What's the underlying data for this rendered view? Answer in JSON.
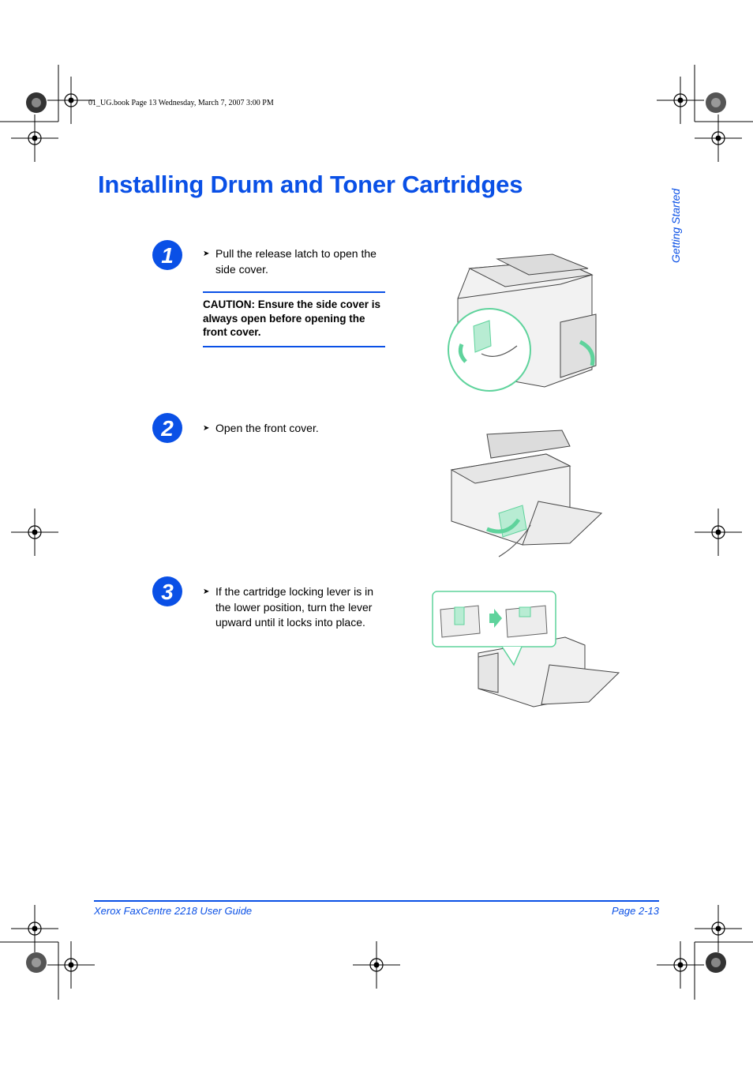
{
  "book_info": "01_UG.book  Page 13  Wednesday, March 7, 2007  3:00 PM",
  "title": "Installing Drum and Toner Cartridges",
  "side_tab": "Getting Started",
  "steps": [
    {
      "number": "1",
      "text": "Pull the release latch to open the side cover."
    },
    {
      "number": "2",
      "text": "Open the front cover."
    },
    {
      "number": "3",
      "text": "If the cartridge locking lever is in the lower position, turn the lever upward until it locks into place."
    }
  ],
  "caution": "CAUTION: Ensure the side cover is always open before opening the front cover.",
  "footer": {
    "left": "Xerox FaxCentre 2218 User Guide",
    "right": "Page 2-13"
  },
  "colors": {
    "accent": "#0a50e6",
    "illustration_green": "#5fd39c"
  },
  "icons": {
    "bullet": "arrowhead-bullet-icon",
    "registration": "registration-crosshair-icon"
  }
}
